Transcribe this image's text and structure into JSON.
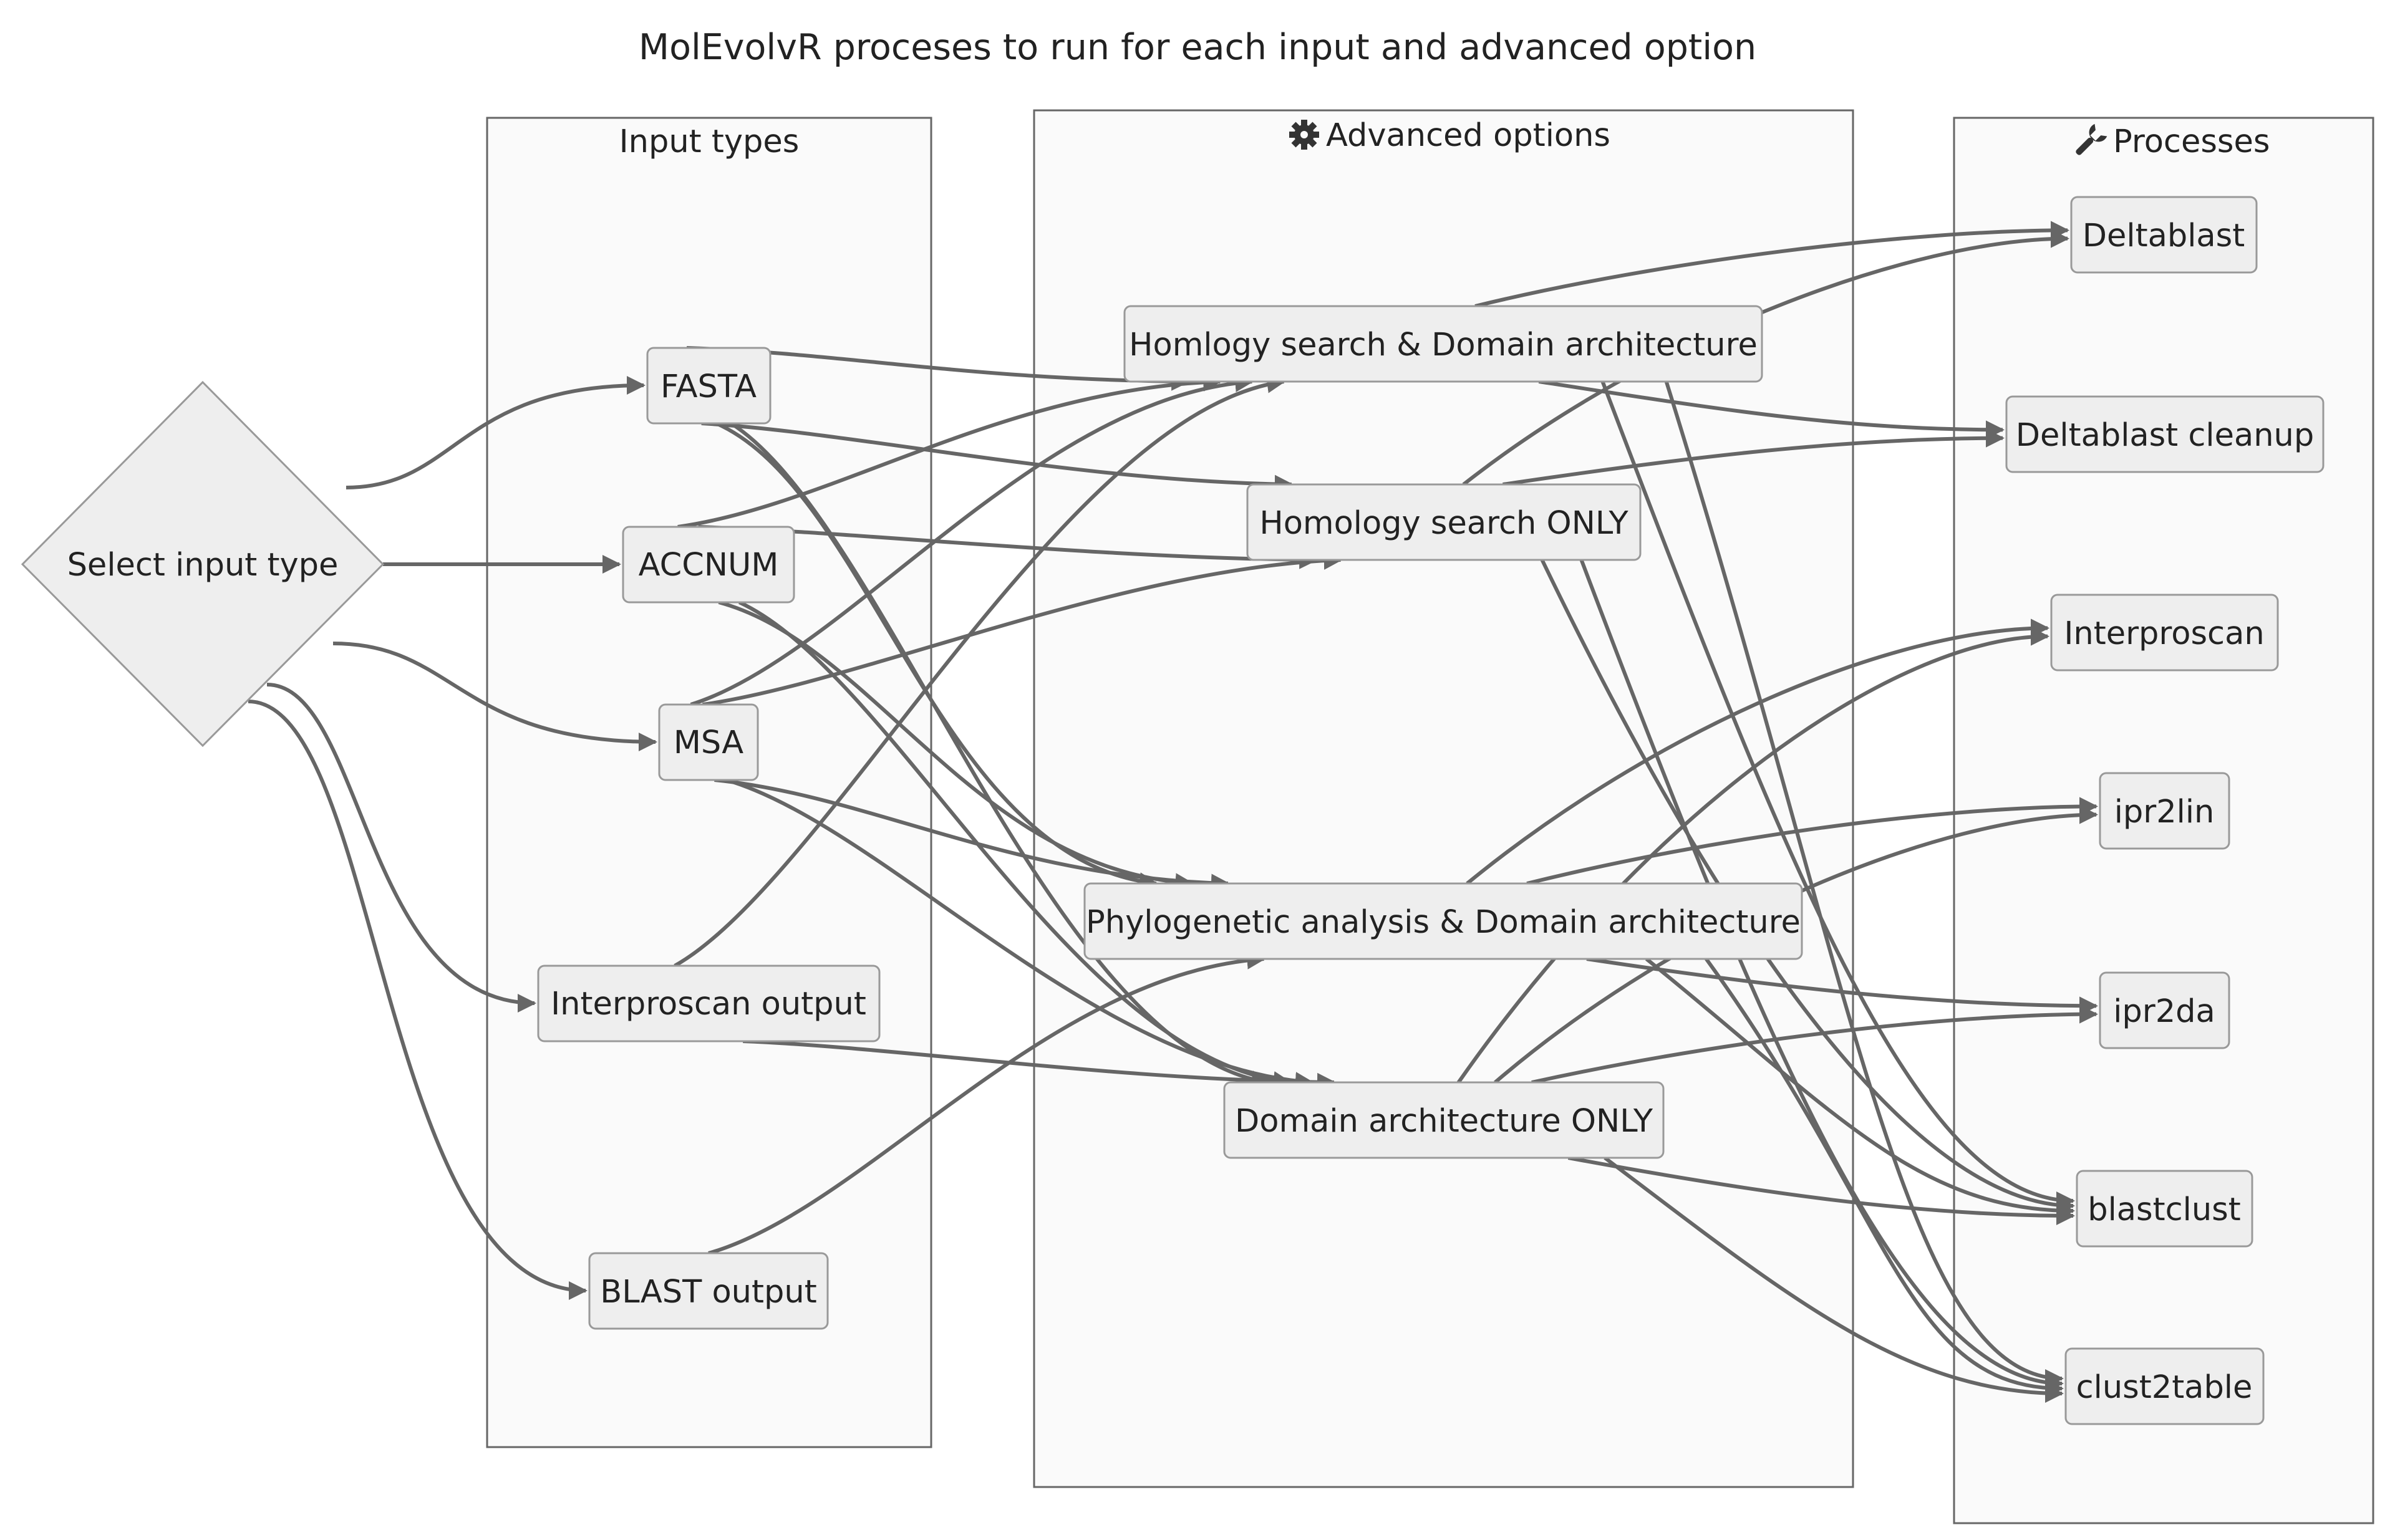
{
  "title": "MolEvolvR proceses to run for each input and advanced option",
  "clusters": {
    "inputs": {
      "label": "Input types",
      "icon": ""
    },
    "options": {
      "label": "Advanced options",
      "icon": "gear-icon"
    },
    "processes": {
      "label": "Processes",
      "icon": "wrench-icon"
    }
  },
  "nodes": {
    "start": "Select input type",
    "fasta": "FASTA",
    "accnum": "ACCNUM",
    "msa": "MSA",
    "ipr_out": "Interproscan output",
    "blast_out": "BLAST output",
    "hs_da": "Homlogy search & Domain architecture",
    "hs_only": "Homology search ONLY",
    "phylo_da": "Phylogenetic analysis & Domain architecture",
    "da_only": "Domain architecture ONLY",
    "deltablast": "Deltablast",
    "deltablast_cleanup": "Deltablast cleanup",
    "interproscan": "Interproscan",
    "ipr2lin": "ipr2lin",
    "ipr2da": "ipr2da",
    "blastclust": "blastclust",
    "clust2table": "clust2table"
  },
  "edges": [
    [
      "start",
      "fasta"
    ],
    [
      "start",
      "accnum"
    ],
    [
      "start",
      "msa"
    ],
    [
      "start",
      "ipr_out"
    ],
    [
      "start",
      "blast_out"
    ],
    [
      "fasta",
      "hs_da"
    ],
    [
      "fasta",
      "hs_only"
    ],
    [
      "fasta",
      "phylo_da"
    ],
    [
      "fasta",
      "da_only"
    ],
    [
      "accnum",
      "hs_da"
    ],
    [
      "accnum",
      "hs_only"
    ],
    [
      "accnum",
      "phylo_da"
    ],
    [
      "accnum",
      "da_only"
    ],
    [
      "msa",
      "hs_da"
    ],
    [
      "msa",
      "hs_only"
    ],
    [
      "msa",
      "phylo_da"
    ],
    [
      "msa",
      "da_only"
    ],
    [
      "ipr_out",
      "hs_da"
    ],
    [
      "ipr_out",
      "da_only"
    ],
    [
      "blast_out",
      "phylo_da"
    ],
    [
      "hs_da",
      "deltablast"
    ],
    [
      "hs_da",
      "deltablast_cleanup"
    ],
    [
      "hs_da",
      "blastclust"
    ],
    [
      "hs_da",
      "clust2table"
    ],
    [
      "hs_only",
      "deltablast"
    ],
    [
      "hs_only",
      "deltablast_cleanup"
    ],
    [
      "hs_only",
      "blastclust"
    ],
    [
      "hs_only",
      "clust2table"
    ],
    [
      "phylo_da",
      "interproscan"
    ],
    [
      "phylo_da",
      "ipr2lin"
    ],
    [
      "phylo_da",
      "ipr2da"
    ],
    [
      "phylo_da",
      "blastclust"
    ],
    [
      "phylo_da",
      "clust2table"
    ],
    [
      "da_only",
      "interproscan"
    ],
    [
      "da_only",
      "ipr2lin"
    ],
    [
      "da_only",
      "ipr2da"
    ],
    [
      "da_only",
      "blastclust"
    ],
    [
      "da_only",
      "clust2table"
    ]
  ]
}
